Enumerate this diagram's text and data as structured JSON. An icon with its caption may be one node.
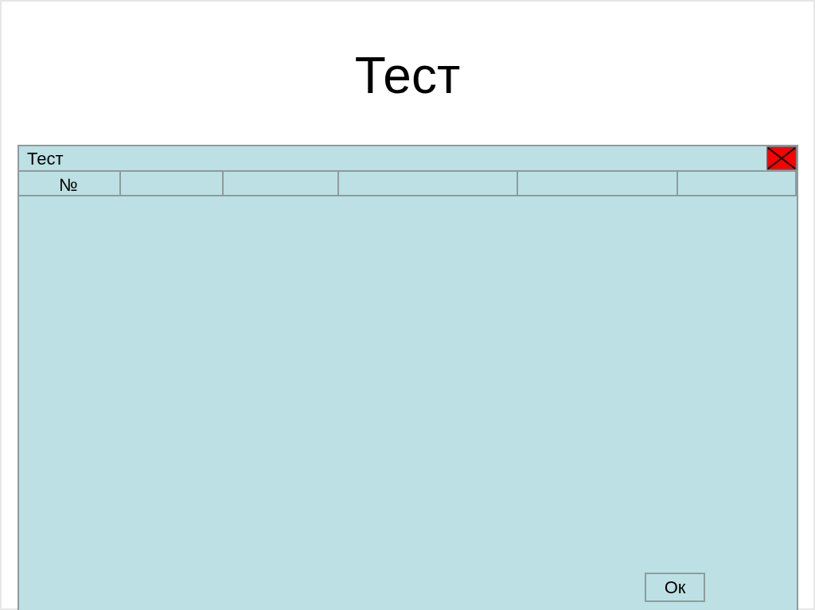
{
  "diagram": {
    "title": "Тест",
    "nodes": [
      {
        "text": [
          "Тест"
        ]
      },
      {
        "text": [
          "Ок"
        ],
        "in": 0
      }
    ],
    "labels": [
      "№"
    ]
  }
}
